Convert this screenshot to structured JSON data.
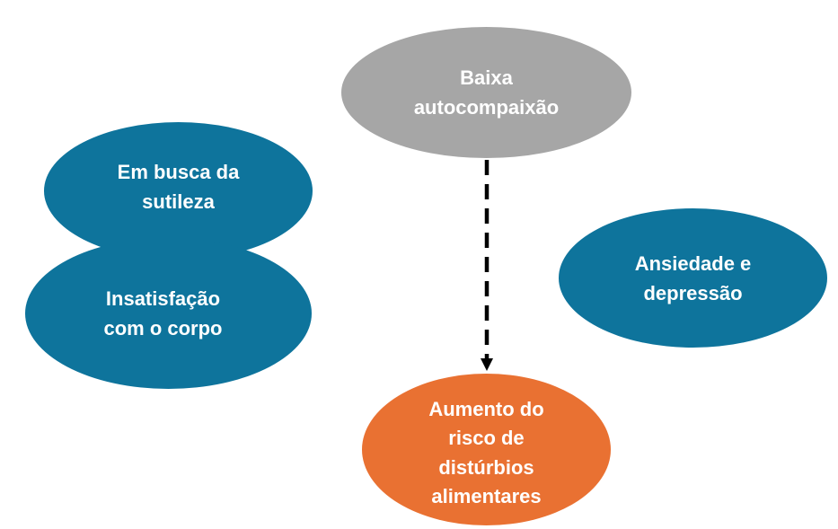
{
  "nodes": {
    "top": {
      "text": "Baixa\nautocompaixão",
      "color": "#a6a6a6"
    },
    "busca": {
      "text": "Em busca da\nsutileza",
      "color": "#0e749c"
    },
    "insatisfacao": {
      "text": "Insatisfação\ncom o corpo",
      "color": "#0e749c"
    },
    "ansiedade": {
      "text": "Ansiedade e\ndepressão",
      "color": "#0e749c"
    },
    "aumento": {
      "text": "Aumento do\nrisco de\ndistúrbios\nalimentares",
      "color": "#e97132"
    }
  },
  "edges": [
    {
      "from": "top",
      "to": "aumento",
      "style": "dashed",
      "color": "#000000"
    }
  ]
}
